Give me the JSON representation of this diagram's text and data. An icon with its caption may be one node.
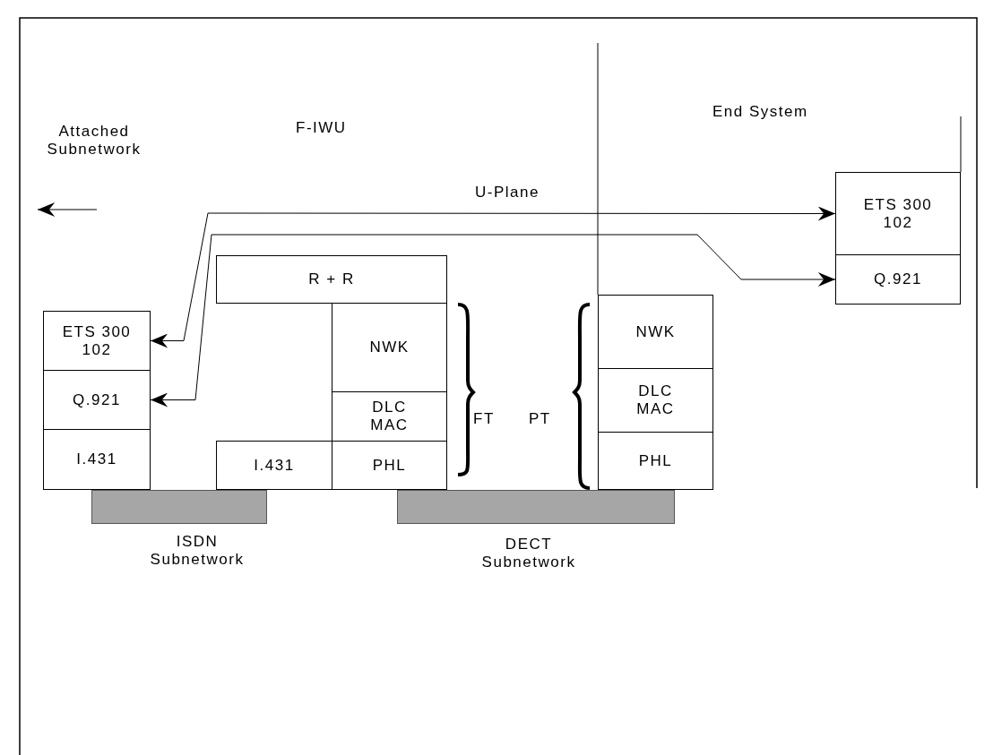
{
  "diagram": {
    "nodes": [
      {
        "text": [
          "ETS 300 102"
        ]
      },
      {
        "text": [
          "Q.921"
        ]
      },
      {
        "text": [
          "I.431"
        ]
      },
      {
        "text": [
          "R + R"
        ]
      },
      {
        "text": [
          "I.431"
        ]
      },
      {
        "text": [
          "NWK"
        ]
      },
      {
        "text": [
          "DLC MAC"
        ]
      },
      {
        "text": [
          "PHL"
        ]
      },
      {
        "text": [
          "NWK"
        ]
      },
      {
        "text": [
          "DLC MAC"
        ]
      },
      {
        "text": [
          "PHL"
        ]
      },
      {
        "text": [
          "ETS 300 102"
        ]
      },
      {
        "text": [
          "Q.921"
        ]
      },
      {
        "text": [
          "ISDN Subnetwork"
        ]
      },
      {
        "text": [
          "DECT Subnetwork"
        ]
      }
    ],
    "edges": [
      {
        "from": 0,
        "to": 11,
        "arrow": "both"
      },
      {
        "from": 1,
        "to": 12,
        "arrow": "both"
      }
    ],
    "labels": [
      "End System",
      "Attached Subnetwork",
      "F-IWU",
      "U-Plane",
      "FT",
      "PT"
    ]
  }
}
